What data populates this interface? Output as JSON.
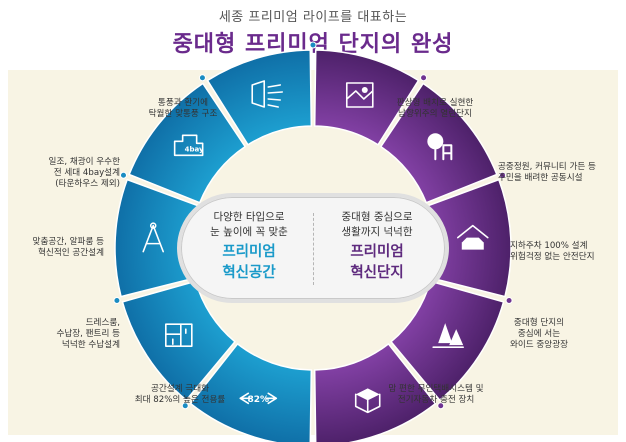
{
  "header": {
    "subtitle": "세종 프리미엄 라이프를 대표하는",
    "title": "중대형 프리미엄 단지의 완성"
  },
  "center": {
    "left": {
      "desc_line1": "다양한 타입으로",
      "desc_line2": "눈 높이에 꼭 맞춘",
      "title_line1": "프리미엄",
      "title_line2": "혁신공간"
    },
    "right": {
      "desc_line1": "중대형 중심으로",
      "desc_line2": "생활까지 넉넉한",
      "title_line1": "프리미엄",
      "title_line2": "혁신단지"
    }
  },
  "left_features": [
    {
      "line1": "통풍과 환기에",
      "line2": "탁월한 맞통풍 구조",
      "icon": "ventilation-icon"
    },
    {
      "line1": "일조, 채광이 우수한",
      "line2": "전 세대 4bay설계",
      "line3": "(타운하우스 제외)",
      "icon": "4bay-icon"
    },
    {
      "line1": "맞춤공간, 알파룸 등",
      "line2": "혁신적인 공간설계",
      "icon": "compass-icon"
    },
    {
      "line1": "드레스룸,",
      "line2": "수납장, 팬트리 등",
      "line3": "넉넉한 수납설계",
      "icon": "storage-icon"
    },
    {
      "line1": "공간설계 극대화",
      "line2": "최대 82%의 높은 전용률",
      "icon": "area-ratio-icon",
      "badge": "82%"
    }
  ],
  "right_features": [
    {
      "line1": "판상형 배치로 실현한",
      "line2": "남향위주의 열린단지",
      "icon": "sun-window-icon"
    },
    {
      "line1": "공중정원, 커뮤니티 가든 등",
      "line2": "주민을 배려한 공동시설",
      "icon": "garden-icon"
    },
    {
      "line1": "지하주차 100% 설계",
      "line2": "위험걱정 없는 안전단지",
      "icon": "car-icon"
    },
    {
      "line1": "중대형 단지의",
      "line2": "중심에 서는",
      "line3": "와이드 중앙광장",
      "icon": "trees-icon"
    },
    {
      "line1": "맘 편한 무인택배시스템 및",
      "line2": "전기자동차 충전 장치",
      "icon": "parcel-icon"
    }
  ],
  "colors": {
    "blue_dark": "#1672a8",
    "blue_light": "#1fa0d0",
    "purple_dark": "#4d2169",
    "purple_light": "#7c3a9e",
    "title_purple": "#6a2a8c",
    "panel_bg": "#f8f4e4"
  }
}
